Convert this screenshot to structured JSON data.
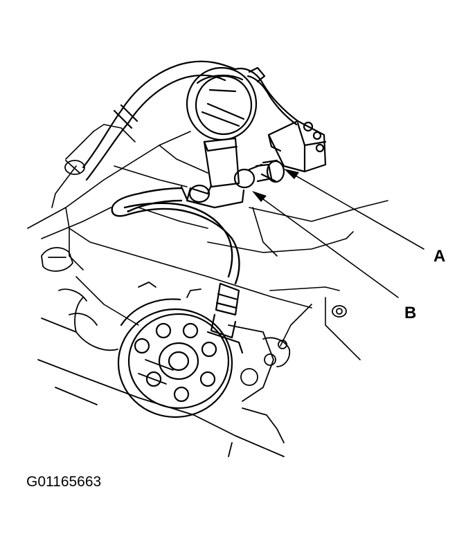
{
  "diagram": {
    "callouts": [
      {
        "id": "A",
        "text": "A"
      },
      {
        "id": "B",
        "text": "B"
      }
    ],
    "figure_code": "G01165663",
    "ink_color": "#000000",
    "background_color": "#ffffff"
  }
}
